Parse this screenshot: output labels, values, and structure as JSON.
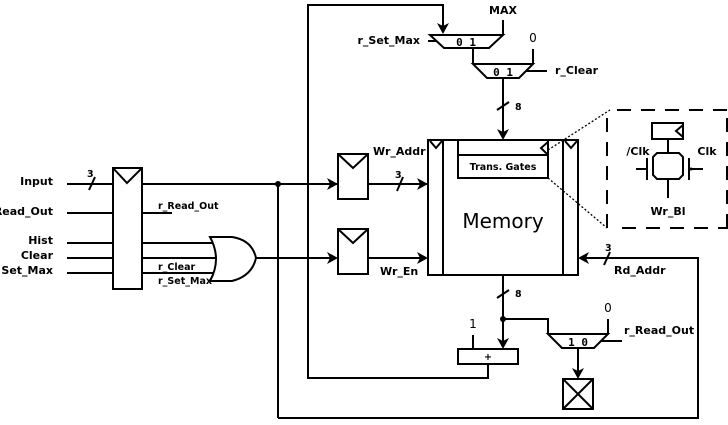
{
  "title": "Histogram memory datapath",
  "inputs": {
    "input": "Input",
    "read_out": "Read_Out",
    "hist": "Hist",
    "clear": "Clear",
    "set_max": "Set_Max"
  },
  "input_bus_width": "3",
  "register_outputs": {
    "r_read_out": "r_Read_Out",
    "r_clear": "r_Clear",
    "r_set_max": "r_Set_Max"
  },
  "signals": {
    "wr_addr": "Wr_Addr",
    "wr_addr_width": "3",
    "wr_en": "Wr_En",
    "rd_addr": "Rd_Addr",
    "rd_addr_width": "3",
    "mem_in_width": "8",
    "mem_out_width": "8"
  },
  "mux_top": {
    "select_label": "r_Set_Max",
    "const_label": "MAX",
    "sel_0": "0",
    "sel_1": "1"
  },
  "mux_clear": {
    "select_label": "r_Clear",
    "const_label": "0",
    "sel_0": "0",
    "sel_1": "1"
  },
  "memory": {
    "label": "Memory",
    "trans_gates_label": "Trans. Gates"
  },
  "adder": {
    "op_label": "+",
    "const_label": "1"
  },
  "mux_out": {
    "select_label": "r_Read_Out",
    "const_label": "0",
    "sel_1": "1",
    "sel_0": "0"
  },
  "detail": {
    "nclk_label": "/Clk",
    "clk_label": "Clk",
    "wr_bl_label": "Wr_Bl"
  }
}
